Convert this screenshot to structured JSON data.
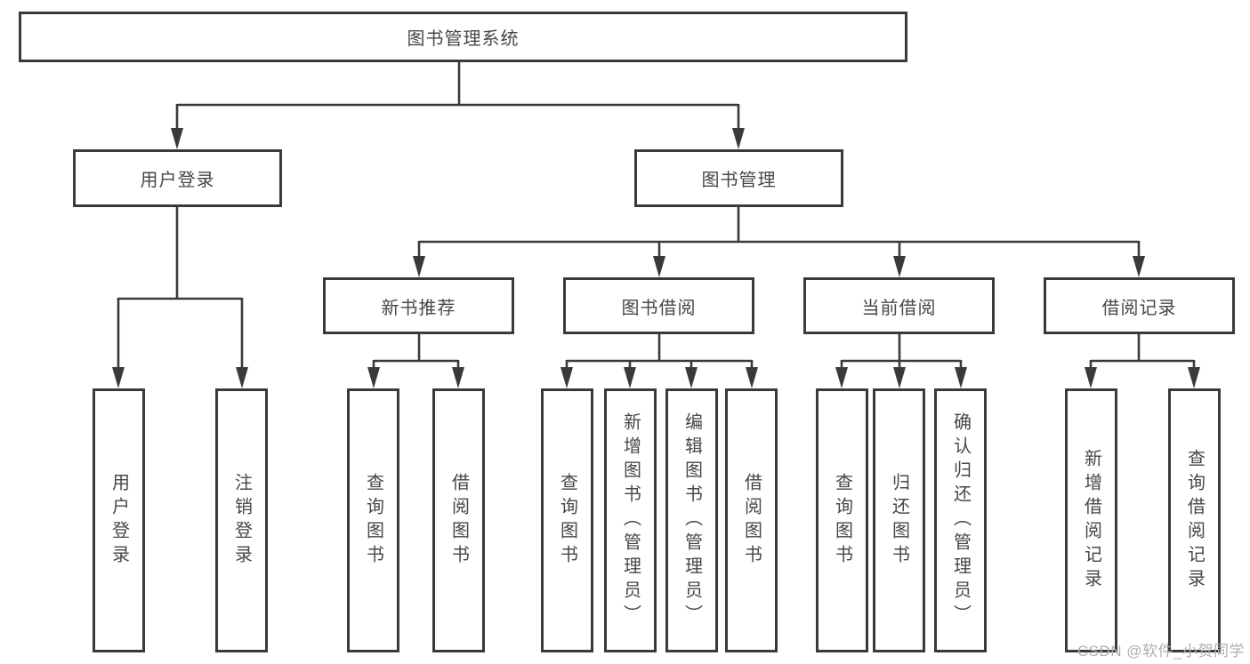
{
  "diagram": {
    "title_note": "functional structure chart of a library management system",
    "root": {
      "label": "图书管理系统"
    },
    "level2": [
      {
        "label": "用户登录"
      },
      {
        "label": "图书管理"
      }
    ],
    "level3": [
      {
        "label": "新书推荐"
      },
      {
        "label": "图书借阅"
      },
      {
        "label": "当前借阅"
      },
      {
        "label": "借阅记录"
      }
    ],
    "leaves": [
      {
        "label": "用户登录",
        "parent": "用户登录"
      },
      {
        "label": "注销登录",
        "parent": "用户登录"
      },
      {
        "label": "查询图书",
        "parent": "新书推荐"
      },
      {
        "label": "借阅图书",
        "parent": "新书推荐"
      },
      {
        "label": "查询图书",
        "parent": "图书借阅"
      },
      {
        "label": "新增图书（管理员）",
        "parent": "图书借阅"
      },
      {
        "label": "编辑图书（管理员）",
        "parent": "图书借阅"
      },
      {
        "label": "借阅图书",
        "parent": "图书借阅"
      },
      {
        "label": "查询图书",
        "parent": "当前借阅"
      },
      {
        "label": "归还图书",
        "parent": "当前借阅"
      },
      {
        "label": "确认归还（管理员）",
        "parent": "当前借阅"
      },
      {
        "label": "新增借阅记录",
        "parent": "借阅记录"
      },
      {
        "label": "查询借阅记录",
        "parent": "借阅记录"
      }
    ]
  },
  "watermark": {
    "text": "CSDN @软件_小贺同学"
  },
  "colors": {
    "line": "#3a3a3a",
    "box_border": "#3a3a3a",
    "text": "#474747",
    "watermark": "#b0b0b0",
    "background": "#ffffff"
  }
}
